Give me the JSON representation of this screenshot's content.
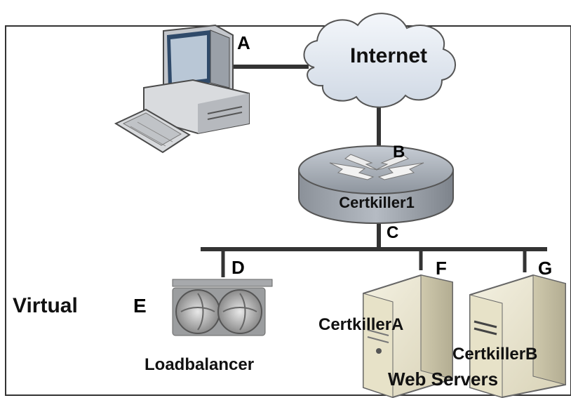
{
  "diagram": {
    "cloud_label": "Internet",
    "router_label": "Certkiller1",
    "server_a_label": "CertkillerA",
    "server_b_label": "CertkillerB",
    "web_servers_label": "Web Servers",
    "loadbalancer_label": "Loadbalancer",
    "virtual_label": "Virtual",
    "points": {
      "a": "A",
      "b": "B",
      "c": "C",
      "d": "D",
      "e": "E",
      "f": "F",
      "g": "G"
    }
  }
}
